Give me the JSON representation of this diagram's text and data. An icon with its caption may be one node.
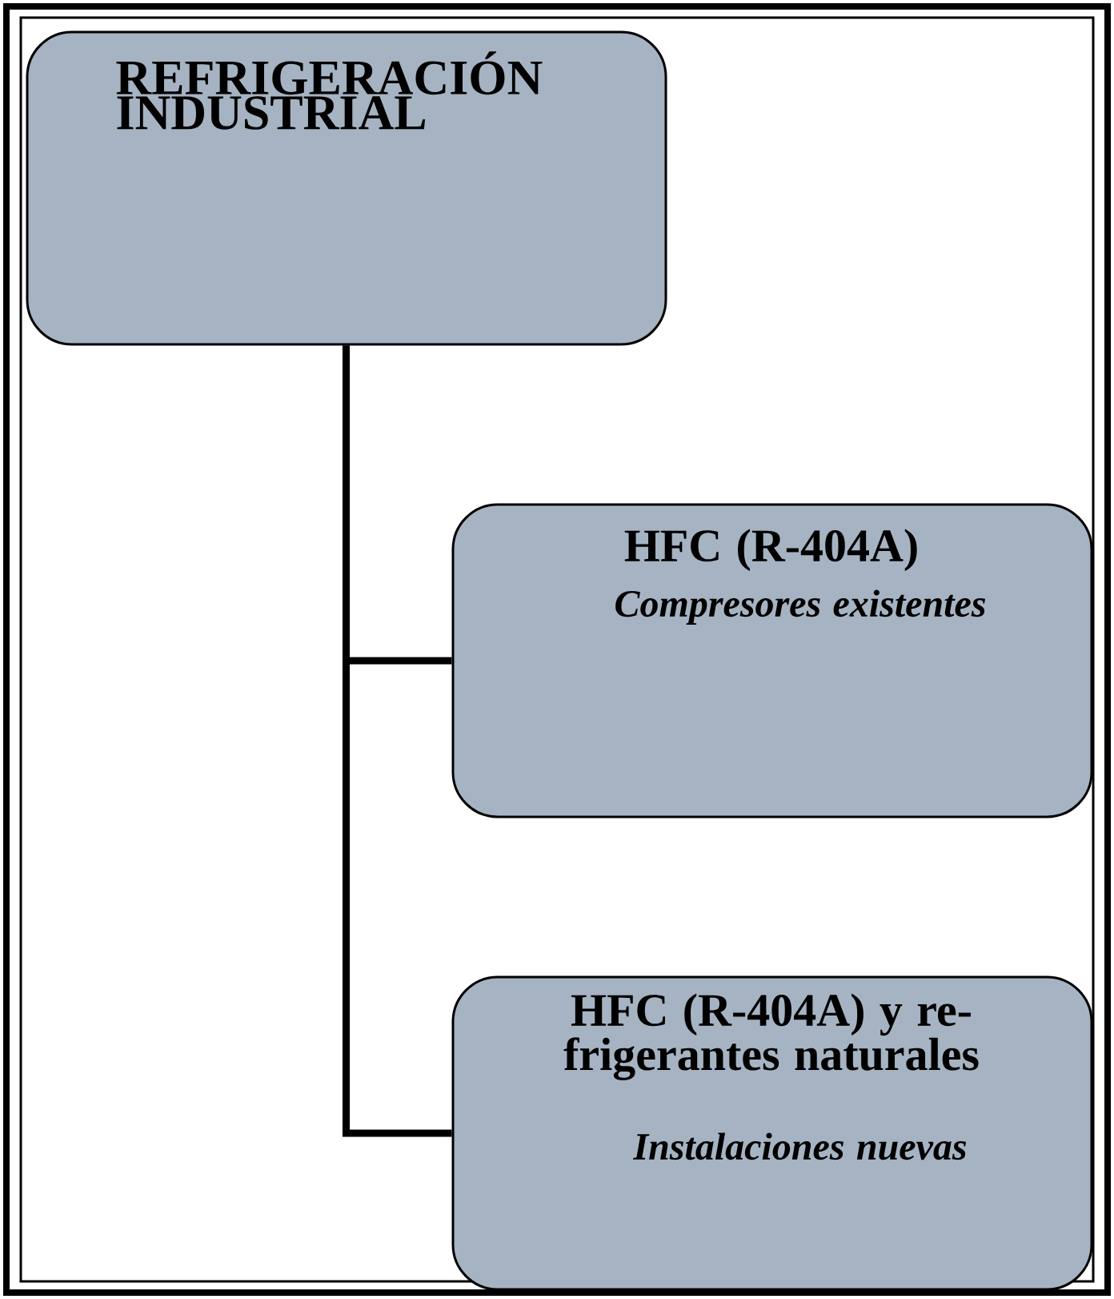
{
  "diagram": {
    "nodes": [
      {
        "text": [
          "REFRIGERACIÓN INDUSTRIAL"
        ]
      },
      {
        "text": [
          "HFC (R-404A)",
          "Compresores existentes"
        ]
      },
      {
        "text": [
          "HFC (R-404A) y re- frigerantes naturales",
          "Instalaciones nuevas"
        ]
      }
    ],
    "edges": [
      {
        "from": 0,
        "to": 1,
        "arrow": "none"
      },
      {
        "from": 0,
        "to": 2,
        "arrow": "none"
      }
    ]
  }
}
